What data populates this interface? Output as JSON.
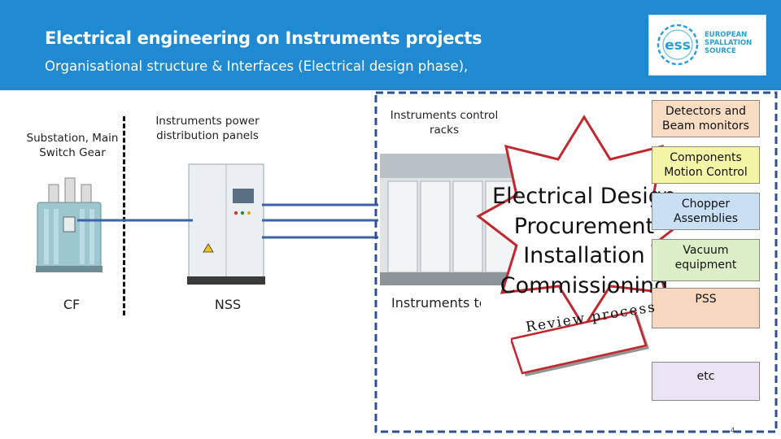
{
  "header": {
    "title": "Electrical engineering on Instruments projects",
    "subtitle": "Organisational structure & Interfaces (Electrical design phase),"
  },
  "logo": {
    "text": "EUROPEAN\nSPALLATION\nSOURCE",
    "mark": "ess"
  },
  "columns": {
    "substation_label": "Substation, Main Switch Gear",
    "cf_label": "CF",
    "panels_label": "Instruments power distribution panels",
    "nss_label": "NSS",
    "racks_label": "Instruments control racks",
    "team_label": "Instruments team"
  },
  "star": {
    "lines": [
      "Electrical Design",
      "Procurement",
      "Installation",
      "Commissioning"
    ]
  },
  "review": {
    "label": "Review process"
  },
  "boxes": [
    {
      "label": "Detectors and Beam monitors",
      "color": "#f8dcc3"
    },
    {
      "label": "Components Motion Control",
      "color": "#f5f5a8"
    },
    {
      "label": "Chopper Assemblies",
      "color": "#c9dff3"
    },
    {
      "label": "Vacuum equipment",
      "color": "#dcefc8"
    },
    {
      "label": "PSS",
      "color": "#f8d7c0"
    },
    {
      "label": "etc",
      "color": "#eae3f3"
    }
  ],
  "page_number": "4",
  "colors": {
    "header": "#1f8ad1",
    "connector": "#3d62a5",
    "dash_border": "#2f4f8f"
  }
}
